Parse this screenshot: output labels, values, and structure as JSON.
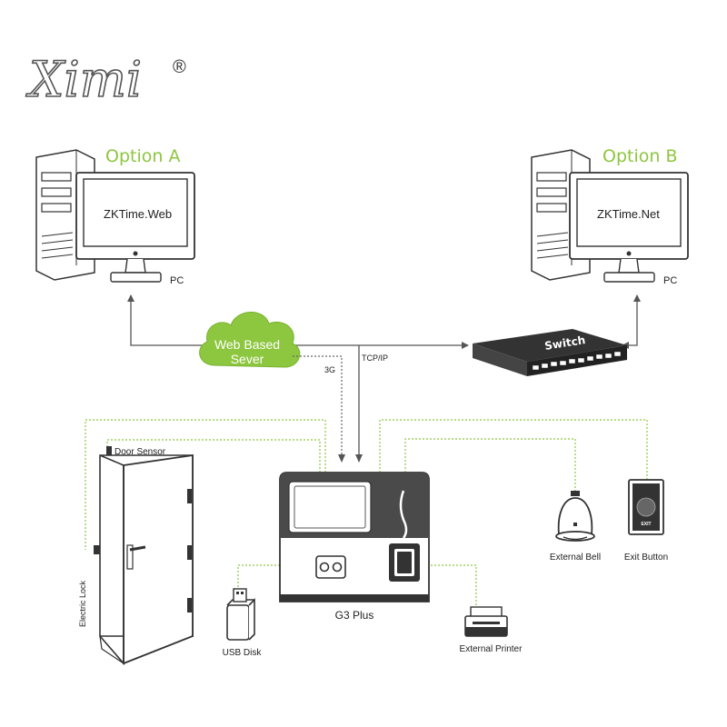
{
  "logo": {
    "text": "Ximi",
    "mark": "®"
  },
  "option_a": {
    "label": "Option A",
    "screen_text": "ZKTime.Web",
    "pc_label": "PC"
  },
  "option_b": {
    "label": "Option B",
    "screen_text": "ZKTime.Net",
    "pc_label": "PC"
  },
  "cloud": {
    "line1": "Web Based",
    "line2": "Sever"
  },
  "switch": {
    "label": "Switch"
  },
  "links": {
    "threeg": "3G",
    "tcpip": "TCP/IP"
  },
  "terminal": {
    "label": "G3 Plus"
  },
  "door": {
    "sensor_label": "Door Sensor",
    "lock_label": "Electric Lock"
  },
  "usb": {
    "label": "USB Disk"
  },
  "printer": {
    "label": "External Printer"
  },
  "bell": {
    "label": "External Bell"
  },
  "exit_button": {
    "label": "Exit Button",
    "button_text": "EXIT"
  },
  "colors": {
    "accent": "#8dc63f",
    "line": "#555555",
    "device": "#333333"
  }
}
